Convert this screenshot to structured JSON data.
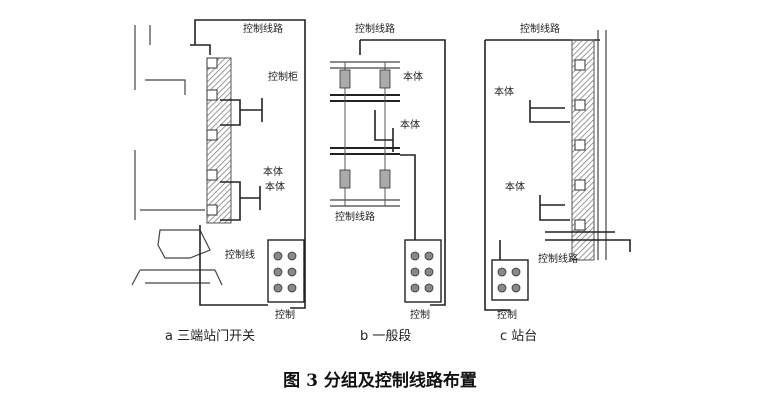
{
  "caption": "图 3    分组及控制线路布置",
  "panels": [
    {
      "id": "a",
      "sublabel": "a  三端站门开关",
      "top_label": "控制线路",
      "labels": [
        "控制柜",
        "本体",
        "本体",
        "控制线"
      ],
      "box_label": "控制"
    },
    {
      "id": "b",
      "sublabel": "b  一般段",
      "top_label": "控制线路",
      "bottom_label": "控制线路",
      "labels": [
        "本体",
        "本体"
      ],
      "box_label": "控制"
    },
    {
      "id": "c",
      "sublabel": "c  站台",
      "top_label": "控制线路",
      "labels": [
        "本体",
        "本体"
      ],
      "side_label": "控制线路",
      "box_label": "控制"
    }
  ]
}
